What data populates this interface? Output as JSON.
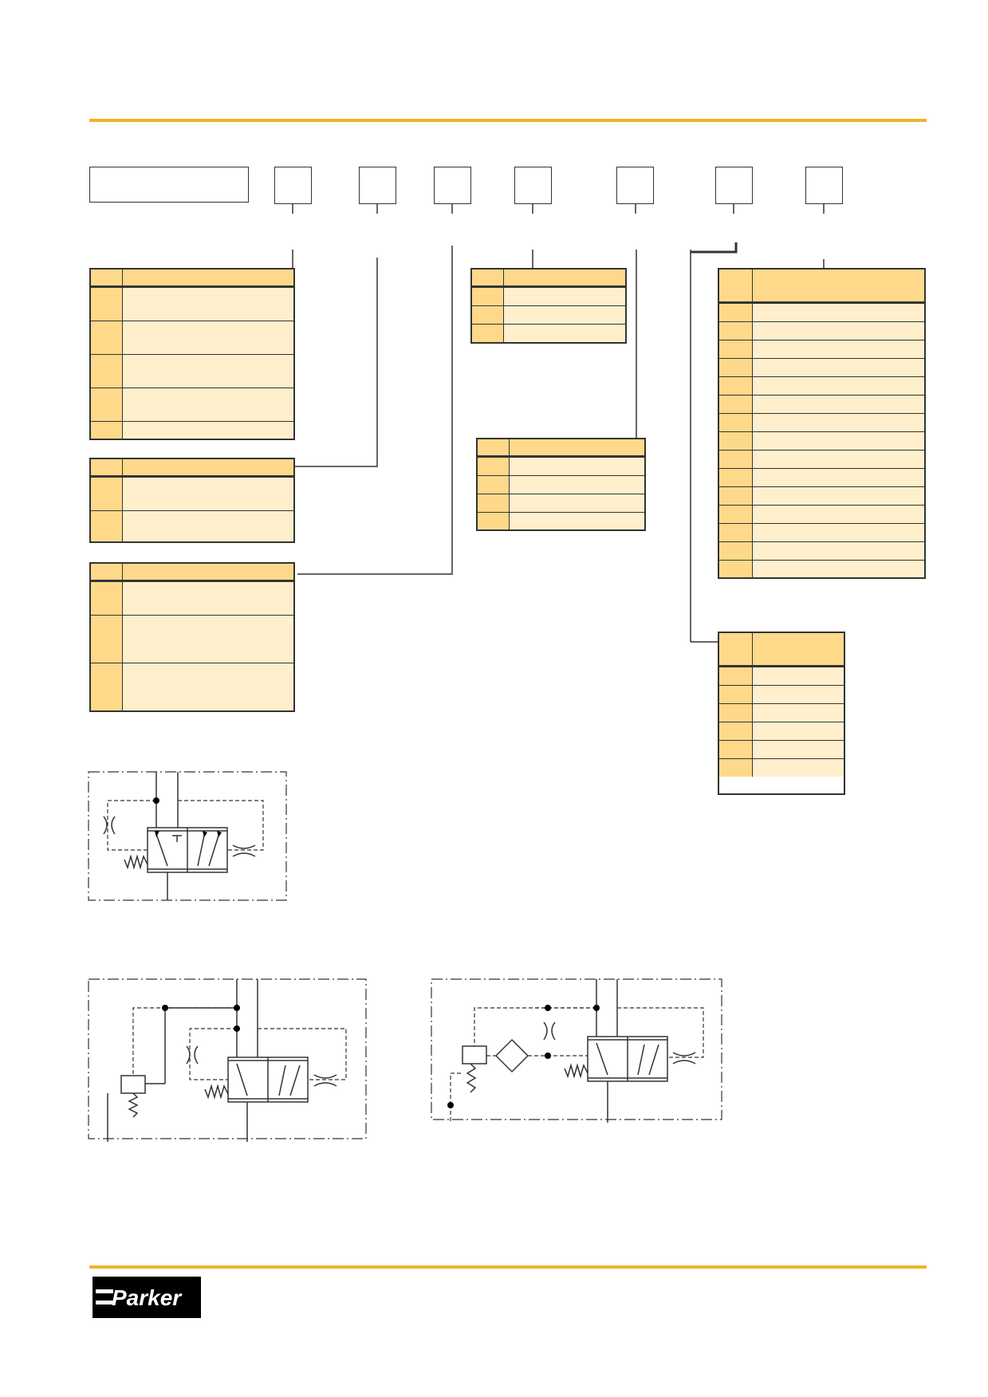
{
  "colors": {
    "accent_rule": "#F0B429",
    "header_fill": "#FFD98A",
    "row_fill": "#FFEFCC",
    "line": "#333333"
  },
  "code_boxes": [
    "",
    "",
    "",
    "",
    "",
    "",
    "",
    ""
  ],
  "tables": [
    {
      "id": "table-a",
      "rows": 5
    },
    {
      "id": "table-b",
      "rows": 2
    },
    {
      "id": "table-c",
      "rows": 3
    },
    {
      "id": "table-d",
      "rows": 3
    },
    {
      "id": "table-e",
      "rows": 4
    },
    {
      "id": "table-f",
      "rows": 15
    },
    {
      "id": "table-g",
      "rows": 6
    }
  ],
  "schematics": [
    {
      "id": "schematic-1",
      "type": "hydraulic-valve-symbol"
    },
    {
      "id": "schematic-2",
      "type": "hydraulic-valve-symbol-with-relief"
    },
    {
      "id": "schematic-3",
      "type": "hydraulic-valve-symbol-with-filter"
    }
  ],
  "logo": {
    "text": "Parker"
  }
}
